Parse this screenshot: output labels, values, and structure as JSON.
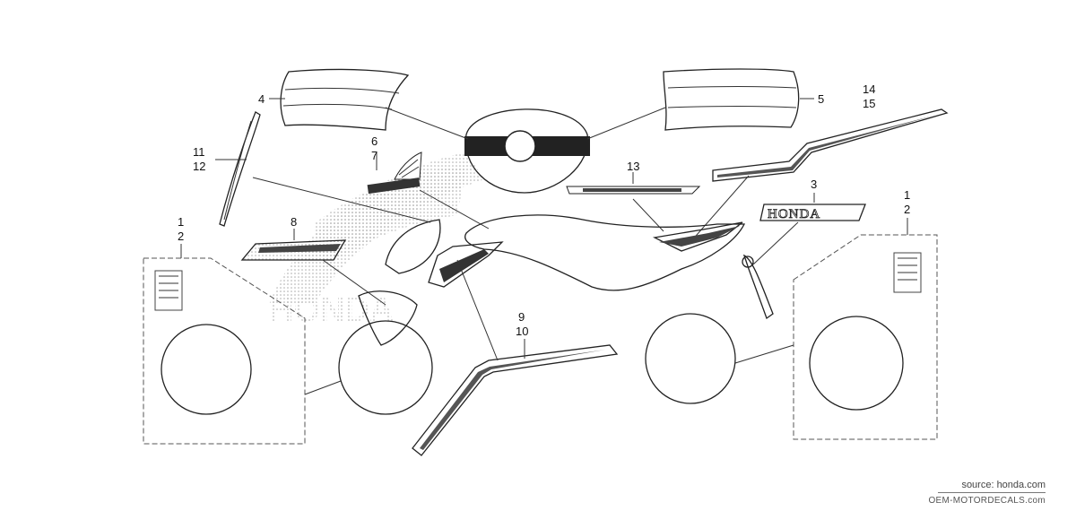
{
  "callouts": {
    "c4": "4",
    "c5": "5",
    "c6": "6",
    "c7": "7",
    "c11": "11",
    "c12": "12",
    "c1a": "1",
    "c2a": "2",
    "c8": "8",
    "c13": "13",
    "c3": "3",
    "c14": "14",
    "c15": "15",
    "c9": "9",
    "c10": "10",
    "c1b": "1",
    "c2b": "2"
  },
  "decal_text": {
    "honda_emblem": "HONDA",
    "watermark_honda": "HONDA"
  },
  "footer": {
    "source": "source: honda.com",
    "watermark": "OEM-MOTORDECALS.com"
  }
}
